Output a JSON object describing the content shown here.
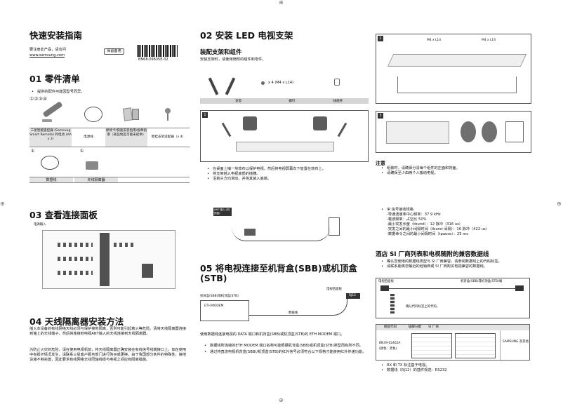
{
  "crop_mark": "⊕",
  "quick_setup": {
    "title": "快速安装指南",
    "register_text": "要注册此产品，请访问",
    "register_url": "www.samsung.com",
    "keep_label": "保留备用",
    "barcode_number": "BN68-09635E-02"
  },
  "parts": {
    "title": "01  零件清单",
    "bullet": "提供的配件可能因型号而异。",
    "model_badges": "①②③④",
    "items": [
      {
        "label": "三星智能遥控器 (Samsung Smart Remote) 和电池 (AA x 2)"
      },
      {
        "label": "电源线"
      },
      {
        "label": "保修卡/快速安装指南/规章指南（某些地区可能未提供）"
      },
      {
        "label": "壁挂支架适配器（x 4）"
      }
    ],
    "row2_badges": [
      "①",
      "①"
    ],
    "row2_items": [
      {
        "label": "数据线"
      },
      {
        "label": "天线隔离器"
      }
    ]
  },
  "install": {
    "title": "02  安装 LED 电视支架",
    "subtitle": "装配支架和组件",
    "instruction": "安装支架时，请使用随附的组件和零件。",
    "screw_text": "x 4 (M4 x L14)",
    "parts_bar": [
      "支架",
      "螺钉",
      "线缆夹"
    ],
    "step1": "1",
    "step2": "2",
    "step3": "3",
    "bullets": [
      "在桌面上铺一块软布以保护电视，然后将电视屏幕向下放置在软布上。",
      "将支架插入电视底部的插槽。",
      "沿箭头方向滑动，并将其装入底端。"
    ],
    "screw_labels": [
      "M4 x L14",
      "M4 x L14"
    ],
    "note_title": "注意",
    "notes": [
      "组装时，请确保分清每个组件的正面和背面。",
      "请确保至少由两个人搬动电视。"
    ]
  },
  "panel": {
    "title": "03  查看连接面板",
    "label": "电源输入"
  },
  "antenna": {
    "title": "04  天线隔离器安装方法",
    "para1": "插入本设备的有线网络天线必须与保护接地隔离，否则可能引起着火等危险。请将天线隔离器连接到墙上的天线端子，然后将连接到电视ANT输入的天线连接到天线隔离器。",
    "para2": "为防止火灾的危险，请在使用电视机前，将天线隔离器正确安装在有线信号线端接口上。如在使用中有损坏情况发生，请联系三星客户服务部门进行购买或更换。由于我国部分条件的特殊性，接地设施不够完善，因此要求有线网络天线同轴线缆与电视之间应有隔离措施。"
  },
  "sbb": {
    "title": "05  将电视连接至机背盒(SBB)或机顶盒(STB)",
    "label_box": "ANT 输入 (机顶盒)",
    "sbb_label": "机背盒(SBB)或机顶盒(STB)",
    "eth_label": "ETH MODEM",
    "tv_label": "电视后面板",
    "data_cable": "数据线",
    "rj12": "RJ12",
    "para": "使用数据线连接电视的 DATA 端口和机背盒(SBB)或机顶盒(STB)的 ETH MODEM 端口。",
    "bullets": [
      "数据线所连接的ETH MODEM 端口名称可能根据机背盒(SBB)或机顶盒(STB)类型而有所不同。",
      "通过将直流电视机背盒(SBB)/机顶盒(STB)的红外信号必须符合以下规格才能使用红外传递功能。"
    ]
  },
  "ir": {
    "title": "IR 信号接收规格",
    "specs": [
      "-导通波速率中心频率：37.9 kHz",
      "-载波频率：占空比 50%",
      "-最小突发长度（tburst）：12 脉冲（316 us）",
      "-突发之间的最小间隔时间（tburst 间隔）：16 脉冲（422 us）",
      "-数据命令之间的最小间隔时间（tpause）：25 ms"
    ]
  },
  "si": {
    "title": "酒店 SI 厂商列表和电视随附的兼容数据线",
    "bullets": [
      "确认您使用的数据线类型与 SI 厂商兼容。请参阅数据线上的代码标签。",
      "请联系距离您最近的经销商或 SI 厂商购买电视兼容的数据线。"
    ],
    "tv_rear": "电视后面板",
    "sbb_end": "机背盒(SBB)或机顶盒(STB)端",
    "code_hint": "确认代码标签上的代码。",
    "table_headers": [
      "线缆代码",
      "插脚分配",
      "SI 厂商"
    ],
    "table_code": "BN39-02462A",
    "table_color": "(颜色：黑色)",
    "table_vendor": "SAMSUNG 及其他",
    "bullets2": [
      "RX 和 TX 标注基于电视。",
      "数据线（RJ12）的插件规范：RS232"
    ]
  }
}
